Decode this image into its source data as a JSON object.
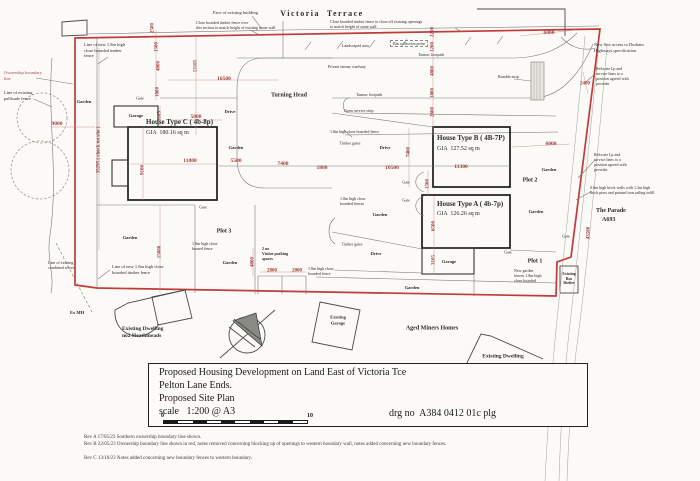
{
  "title_block": {
    "line1": "Proposed Housing Development on Land East of Victoria Tce",
    "line2": "Pelton Lane Ends.",
    "line3": "Proposed Site Plan",
    "line4": "scale   1:200 @ A3",
    "drg": "drg no  A384 0412 01c plg",
    "bar0": "0",
    "bar10": "10"
  },
  "streets": {
    "victoria_terrace": "Victoria  Terrace",
    "turning_head": "Turning Head",
    "the_parade": "The Parade",
    "a693": "A693"
  },
  "houses": {
    "c": {
      "title": "House Type C ( 4b-8p)",
      "gia": "GIA  180.16 sq m"
    },
    "b": {
      "title": "House Type B ( 4B-7P)",
      "gia": "GIA  127.52 sq m"
    },
    "a": {
      "title": "House Type A ( 4b-7p)",
      "gia": "GIA  126.26 sq m"
    }
  },
  "plots": {
    "p1": "Plot 1",
    "p2": "Plot 2",
    "p3": "Plot 3"
  },
  "labels": {
    "face_existing_building": "Face of existing building",
    "fence_match_existing": "Close boarded timber fence over\nthis section to match height of existing stone wall",
    "fence_close_openings": "Close boarded timber fence to close off existing openings\nto match height of stone wall",
    "landscaped_area": "Landscaped area",
    "bin_collection": "Bin collection point",
    "tarmac_footpath": "Tarmac footpath",
    "private_roadway": "Private tarmac roadway",
    "grass_strip": "Grass service strip",
    "rumble_strip": "Rumble strip",
    "new_site_access": "New Site access to Durham\nHighways specification",
    "relocate_lp": "Relocate Lp and\nservice lines to a\nposition agreed with\nprovider",
    "brick_walls": "0.6m high brick walls with 1.2m high\nbrick piers and painted iron railing infill",
    "ownership_boundary": "Ownership boundary\nline",
    "existing_pallisade": "Line of existing\npallisade fence",
    "new_fence_3l": "Line of new 1.8m high\nclose boarded timber\nfence",
    "new_fence_2l": "Line of new 1.8m high close\nboarded timber fence",
    "combined_sewer": "Line of existing\ncombined sewer",
    "ex_mh": "Ex MH",
    "heathmeads": "Existing Dwelling\nno2 Heathmeads",
    "existing_garage": "Existing\nGarage",
    "aged_miners": "Aged Miners Homes",
    "existing_dwelling": "Existing Dwelling",
    "bus_shelter": "Existing\nBus\nShelter",
    "visitor_parking": "2 no\nVisitor parking\nspaces",
    "new_garden_fences": "New garden\nfences 1.8m high\nclose boarded",
    "fence_single": "1.8m high close boarded fence",
    "fence_2l": "1.8m high close\nboarded fence",
    "fence_fences_2l": "1.8m high close\nboarded fences",
    "fence_boared_2l": "1.8m high close\nboared fence",
    "timber_gates": "Timber gates",
    "garden": "Garden",
    "garage": "Garage",
    "gate": "Gate",
    "drive": "Drive"
  },
  "dims": {
    "2500": "2500",
    "1500": "1500",
    "4800": "4800",
    "1800": "1800",
    "2200": "2200",
    "1200": "1200",
    "2600": "2600",
    "13105": "13105",
    "16500": "16500",
    "3105": "3105",
    "9000": "9000",
    "35295": "35295 ( check on site )",
    "5800": "5800",
    "11000": "11000",
    "9100": "9100",
    "5500": "5500",
    "7400": "7400",
    "10500": "10500",
    "11300": "11300",
    "6000": "6000",
    "2400": "2400",
    "6500": "6500",
    "15000": "15000",
    "2800": "2800",
    "43500": "43500"
  },
  "revisions": {
    "a": "Rev A  17/05/23   Southern ownership boundary line shown.",
    "b": "Rev B  22/05/23   Ownership boundary line shown in red, notes removed concerning blocking up of openings to western boundary wall, notes added concerning new boundary fences.",
    "c": "Rev C  13/10/23   Notes added concerning new boundary fences to western boundary."
  }
}
